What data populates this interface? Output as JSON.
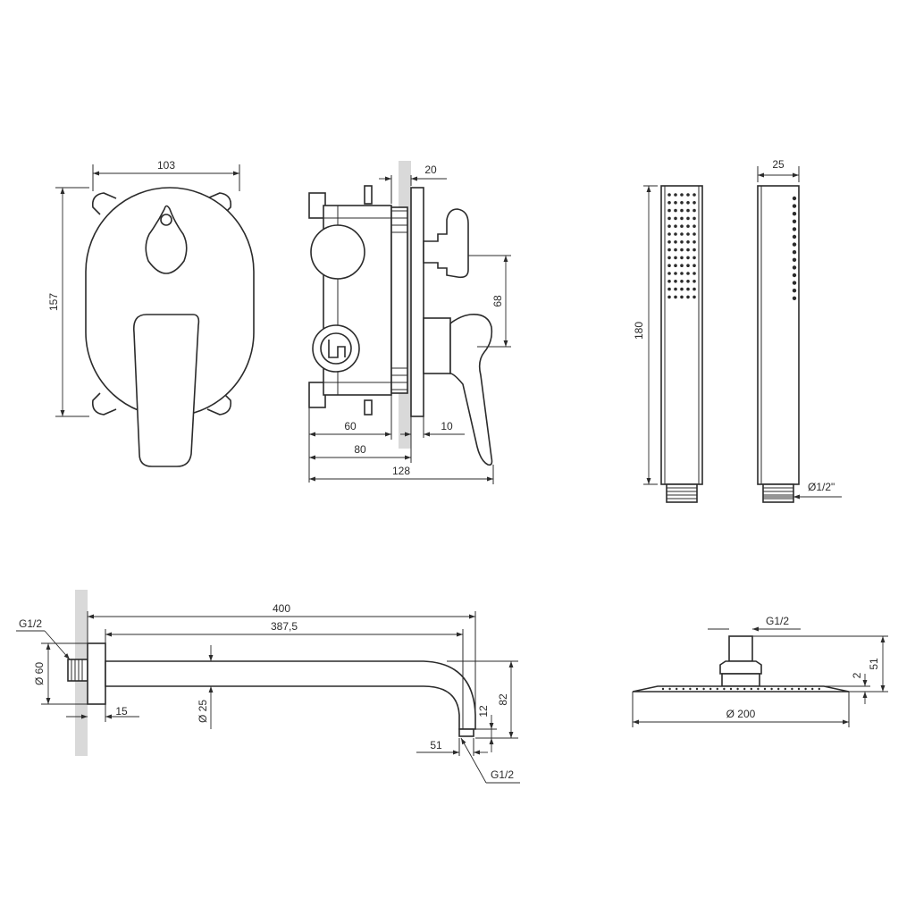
{
  "mixer_front": {
    "width": "103",
    "height": "157"
  },
  "mixer_side": {
    "dim_60": "60",
    "dim_80": "80",
    "dim_128": "128",
    "dim_20": "20",
    "dim_10": "10",
    "dim_68": "68"
  },
  "hand_shower": {
    "length": "180",
    "width": "25",
    "thread": "Ø1/2\""
  },
  "spout": {
    "thread_wall": "G1/2",
    "flange_dia": "Ø 60",
    "length_total": "400",
    "length_inner": "387,5",
    "pipe_dia": "Ø 25",
    "flange_depth": "15",
    "outlet_height": "82",
    "outlet_nozzle": "12",
    "outlet_offset": "51",
    "thread_outlet": "G1/2"
  },
  "shower_head": {
    "thread": "G1/2",
    "height": "51",
    "plate_thickness": "2",
    "diameter": "Ø 200"
  },
  "colors": {
    "line": "#2b2b2b",
    "wall": "#d9d9d9",
    "background": "#ffffff"
  }
}
